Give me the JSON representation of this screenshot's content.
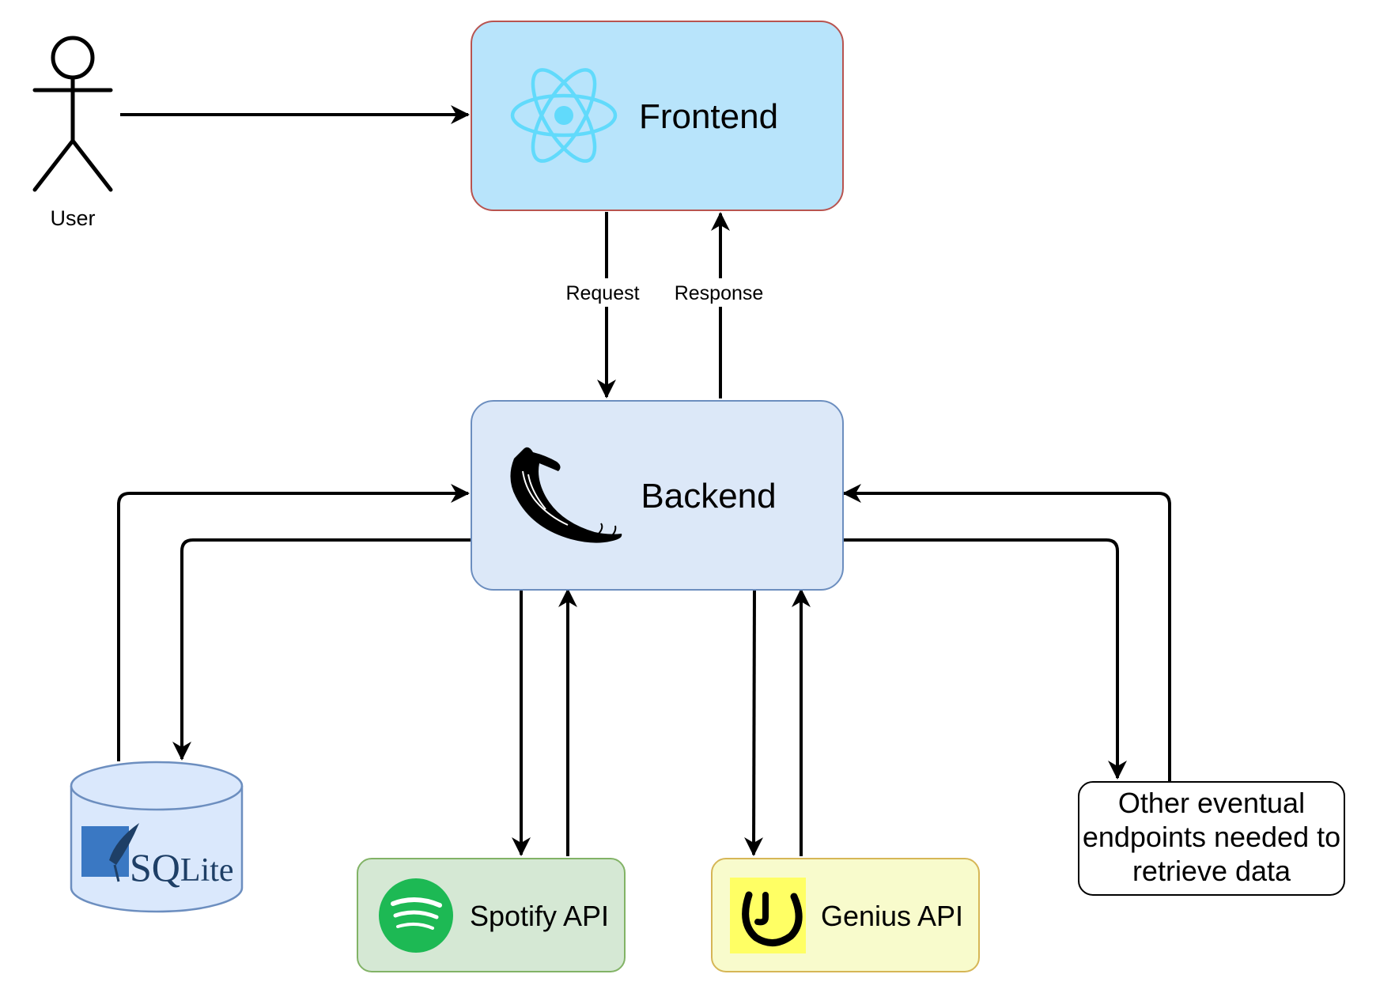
{
  "actor": {
    "label": "User"
  },
  "nodes": {
    "frontend": {
      "label": "Frontend",
      "icon": "react-icon",
      "fill": "#b8e4fb",
      "stroke": "#b85450"
    },
    "backend": {
      "label": "Backend",
      "icon": "flask-icon",
      "fill": "#dce8f8",
      "stroke": "#6c8ebf"
    },
    "database": {
      "label": "SQLite",
      "label_prefix": "SQ",
      "label_suffix": "Lite",
      "icon": "sqlite-icon",
      "fill": "#dae8fc",
      "stroke": "#6c8ebf"
    },
    "spotify": {
      "label": "Spotify API",
      "icon": "spotify-icon",
      "fill": "#d5e8d4",
      "stroke": "#82b366"
    },
    "genius": {
      "label": "Genius API",
      "icon": "genius-icon",
      "fill": "#f8fbcc",
      "stroke": "#d6b656"
    },
    "other": {
      "lines": [
        "Other eventual",
        "endpoints needed to",
        "retrieve data"
      ],
      "fill": "#ffffff",
      "stroke": "#000000"
    }
  },
  "edges": {
    "request": {
      "label": "Request"
    },
    "response": {
      "label": "Response"
    }
  },
  "colors": {
    "react": "#61dafb",
    "spotify": "#1db954",
    "genius_bg": "#ffff64",
    "edge": "#000000"
  }
}
